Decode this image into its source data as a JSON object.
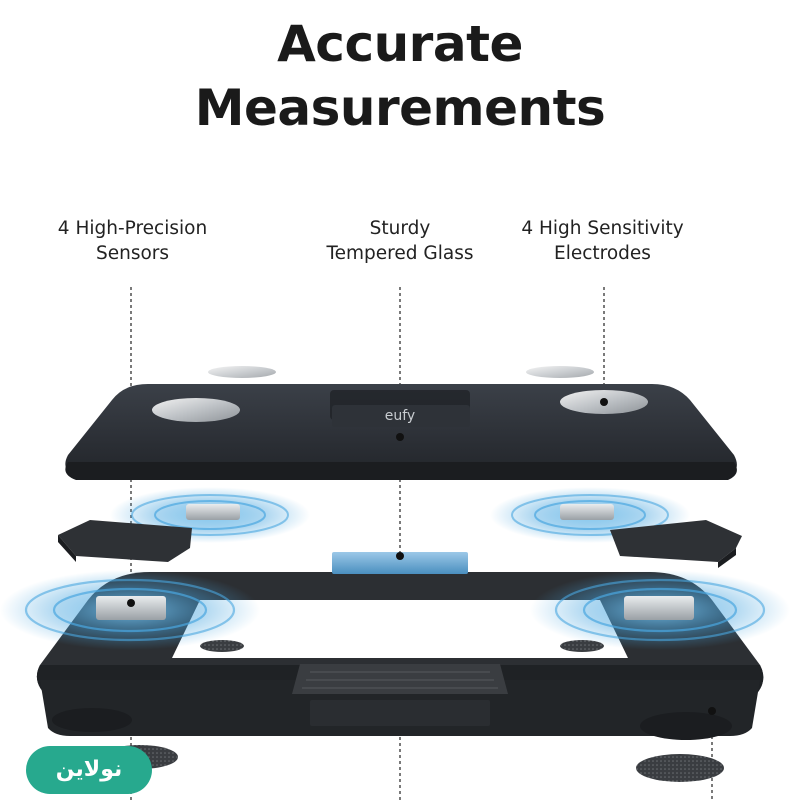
{
  "heading": {
    "line1": "Accurate",
    "line2": "Measurements"
  },
  "callouts": {
    "left": {
      "line1": "4 High-Precision",
      "line2": "Sensors"
    },
    "center": {
      "line1": "Sturdy",
      "line2": "Tempered Glass"
    },
    "right": {
      "line1": "4 High Sensitivity",
      "line2": "Electrodes"
    }
  },
  "product": {
    "brand_mark": "eufy"
  },
  "badge": {
    "label": "نولاين"
  },
  "colors": {
    "glass": "#2b2f35",
    "frame": "#2c2f33",
    "wave": "#4aa6df",
    "badge": "#27a98e"
  }
}
